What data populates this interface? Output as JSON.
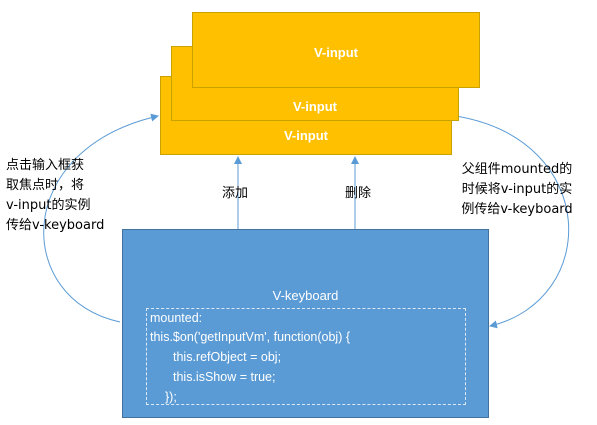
{
  "boxes": {
    "back_label": "V-input",
    "mid_label": "V-input",
    "front_label": "V-input"
  },
  "edges": {
    "add_label": "添加",
    "delete_label": "删除"
  },
  "left_note": [
    "点击输入框获",
    "取焦点时，将",
    "v-input的实例",
    "传给v-keyboard"
  ],
  "right_note": [
    "父组件mounted的",
    "时候将v-input的实",
    "例传给v-keyboard"
  ],
  "keyboard": {
    "title": "V-keyboard",
    "code": [
      "mounted:",
      "this.$on('getInputVm', function(obj) {",
      "this.refObject = obj;",
      "this.isShow = true;",
      "});"
    ]
  },
  "colors": {
    "input_box": "#ffc000",
    "keyboard_box": "#5b9bd5",
    "arrow": "#5b9bd5"
  }
}
